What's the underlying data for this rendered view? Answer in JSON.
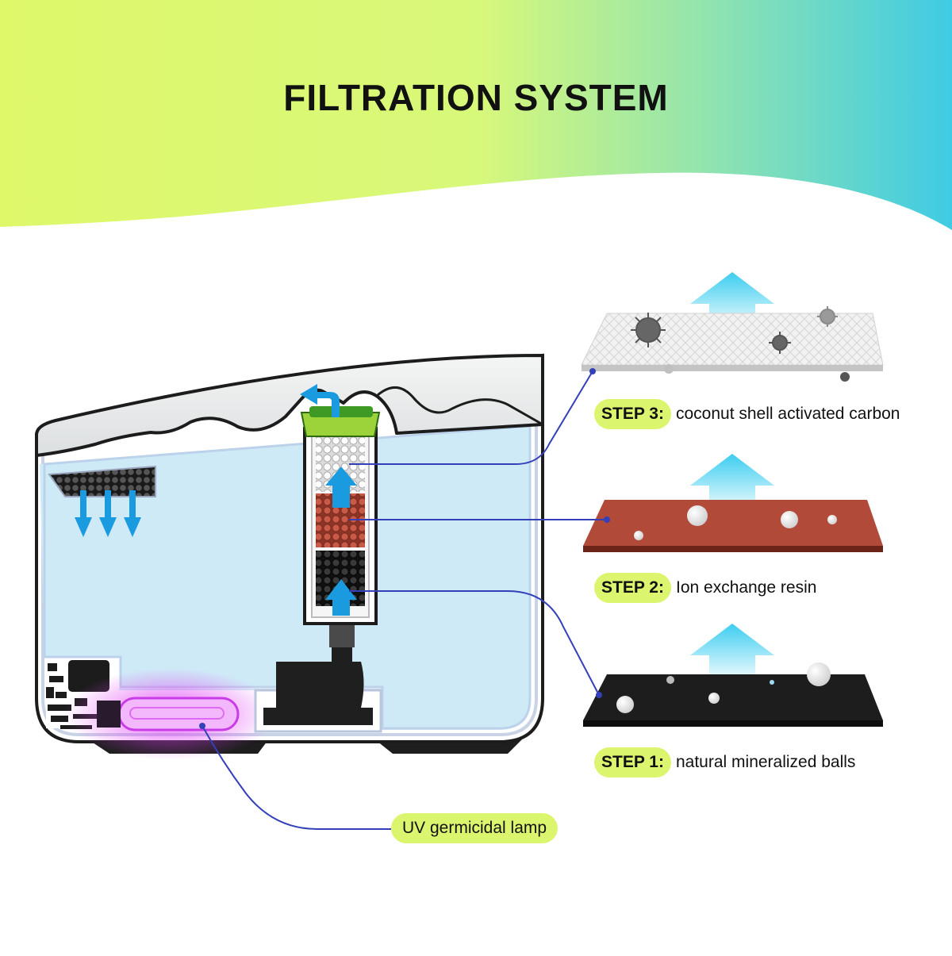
{
  "title": "FILTRATION SYSTEM",
  "steps": [
    {
      "tag": "STEP 3:",
      "text": "coconut shell activated carbon"
    },
    {
      "tag": "STEP 2:",
      "text": "Ion exchange resin"
    },
    {
      "tag": "STEP 1:",
      "text": "natural mineralized balls"
    }
  ],
  "uv_label": "UV germicidal lamp",
  "icons": [
    "virus-icon",
    "arrow-up-icon",
    "arrow-down-icon",
    "outlet-arrow-icon"
  ],
  "colors": {
    "banner_start": "#dff86a",
    "banner_end": "#3fcbe4",
    "label_highlight": "#dcf56e",
    "water": "#cfeaf7",
    "flow_arrow": "#1a9be0",
    "uv_glow": "#d23cf0",
    "connector": "#3340b8",
    "resin": "#b24a3a",
    "carbon": "#1d1d1d"
  }
}
